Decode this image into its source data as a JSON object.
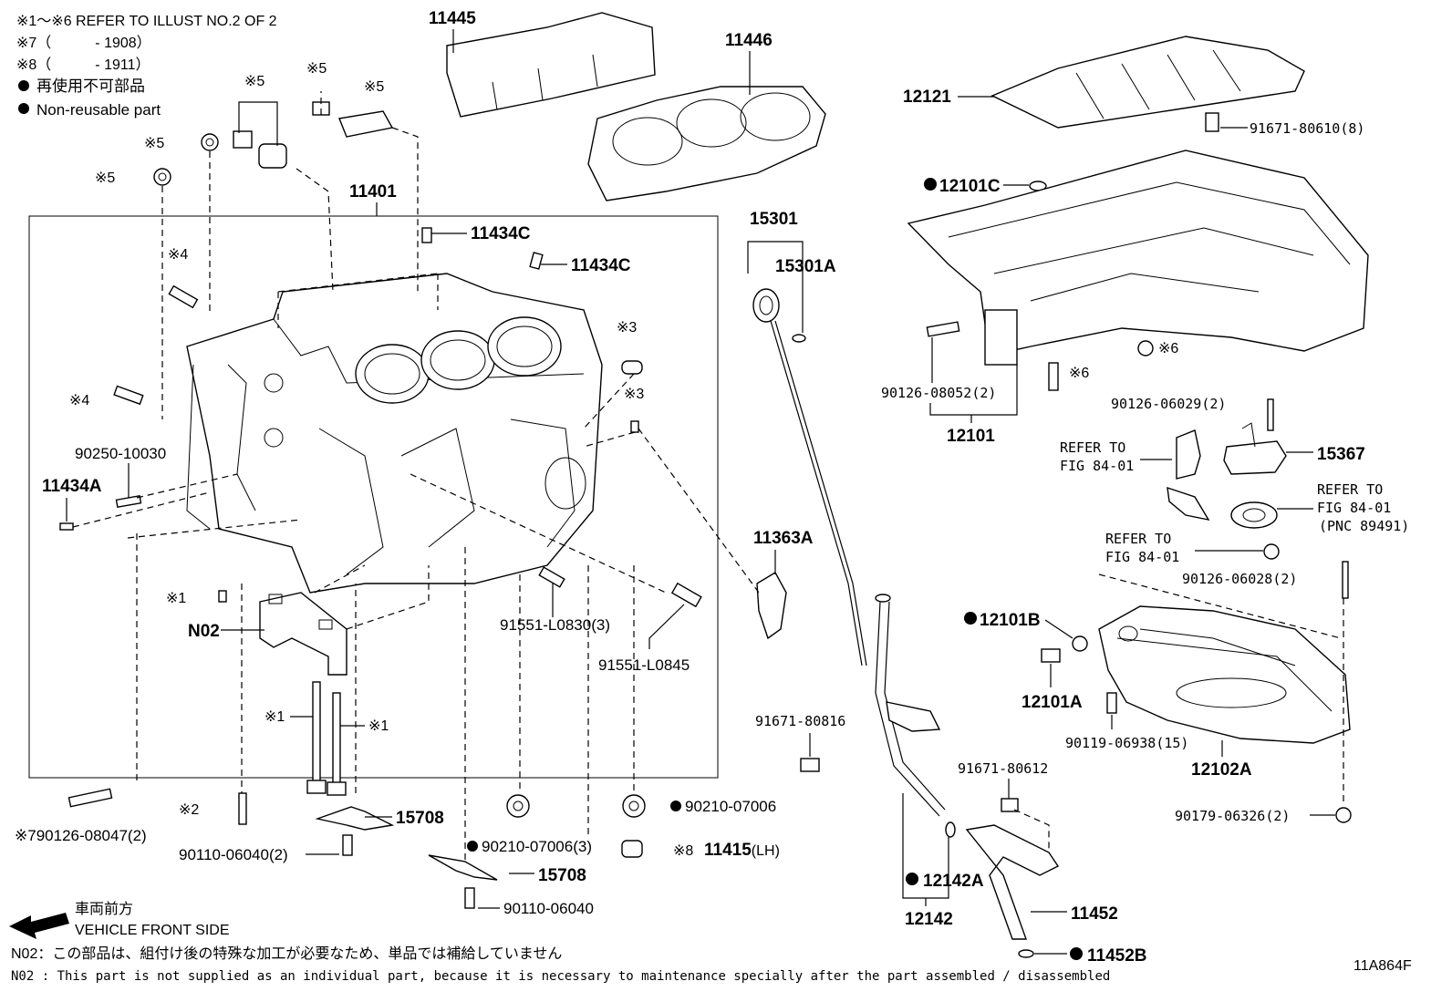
{
  "header_notes": {
    "note1": "※1～※6 REFER TO ILLUST NO.2 OF 2",
    "note7": "※7（　　　- 1908）",
    "note8": "※8（　　　- 1911）",
    "nonreusable_jp": "再使用不可部品",
    "nonreusable_en": "Non-reusable part"
  },
  "labels": {
    "p11445": "11445",
    "p11446": "11446",
    "p12121": "12121",
    "p91671_80610": "91671-80610(8)",
    "p12101C": "12101C",
    "p11401": "11401",
    "p11434C_1": "11434C",
    "p11434C_2": "11434C",
    "p15301": "15301",
    "p15301A": "15301A",
    "p90126_08052": "90126-08052(2)",
    "p12101": "12101",
    "p90126_06029": "90126-06029(2)",
    "refer1": "REFER TO",
    "refer1b": "FIG 84-01",
    "p15367": "15367",
    "refer2": "REFER TO",
    "refer2b": "FIG 84-01",
    "pnc": "(PNC 89491)",
    "refer3": "REFER TO",
    "refer3b": "FIG 84-01",
    "p90126_06028": "90126-06028(2)",
    "p12101B": "12101B",
    "p12101A": "12101A",
    "p90119_06938": "90119-06938(15)",
    "p12102A": "12102A",
    "p90179_06326": "90179-06326(2)",
    "p90250_10030": "90250-10030",
    "p11434A": "11434A",
    "p11363A": "11363A",
    "p91551_L0830": "91551-L0830(3)",
    "p91551_L0845": "91551-L0845",
    "pN02": "N02",
    "p91671_80816": "91671-80816",
    "p91671_80612": "91671-80612",
    "p90126_08047": "90126-08047(2)",
    "p90110_06040_2": "90110-06040(2)",
    "p15708a": "15708",
    "p90210_07006_3": "90210-07006(3)",
    "p90210_07006": "90210-07006",
    "p11415": "11415",
    "p11415suffix": "(LH)",
    "p15708b": "15708",
    "p90110_06040": "90110-06040",
    "p12142A": "12142A",
    "p12142": "12142",
    "p11452": "11452",
    "p11452B": "11452B",
    "m5a": "※5",
    "m5b": "※5",
    "m5c": "※5",
    "m5d": "※5",
    "m5e": "※5",
    "m4a": "※4",
    "m4b": "※4",
    "m3a": "※3",
    "m3b": "※3",
    "m1a": "※1",
    "m1b": "※1",
    "m1c": "※1",
    "m2": "※2",
    "m6a": "※6",
    "m6b": "※6",
    "m7": "※7",
    "m8": "※8"
  },
  "footer": {
    "front_jp": "車両前方",
    "front_en": "VEHICLE FRONT SIDE",
    "n02_jp": "N02：この部品は、組付け後の特殊な加工が必要なため、単品では補給していません",
    "n02_en": "N02 : This part is not supplied as an individual part, because it is necessary to maintenance specially after the part assembled / disassembled",
    "illust_id": "11A864F"
  }
}
